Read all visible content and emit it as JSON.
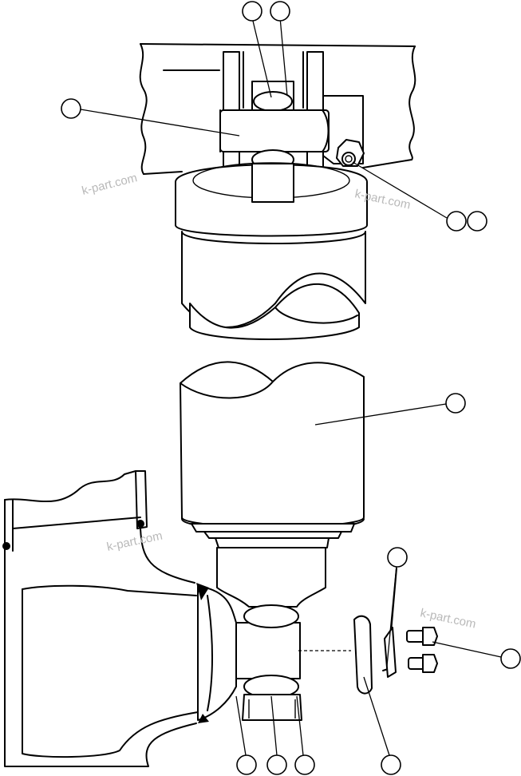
{
  "watermarks": [
    "k-part.com",
    "k-part.com",
    "k-part.com",
    "k-part.com"
  ],
  "callouts": [
    {
      "id": "top-left",
      "label": ""
    },
    {
      "id": "top-right",
      "label": ""
    },
    {
      "id": "upper-bracket",
      "label": ""
    },
    {
      "id": "nut-a",
      "label": ""
    },
    {
      "id": "nut-b",
      "label": ""
    },
    {
      "id": "cylinder",
      "label": ""
    },
    {
      "id": "clip",
      "label": ""
    },
    {
      "id": "bolts",
      "label": ""
    },
    {
      "id": "bottom-1",
      "label": ""
    },
    {
      "id": "bottom-2",
      "label": ""
    },
    {
      "id": "bottom-3",
      "label": ""
    },
    {
      "id": "shim",
      "label": ""
    }
  ]
}
